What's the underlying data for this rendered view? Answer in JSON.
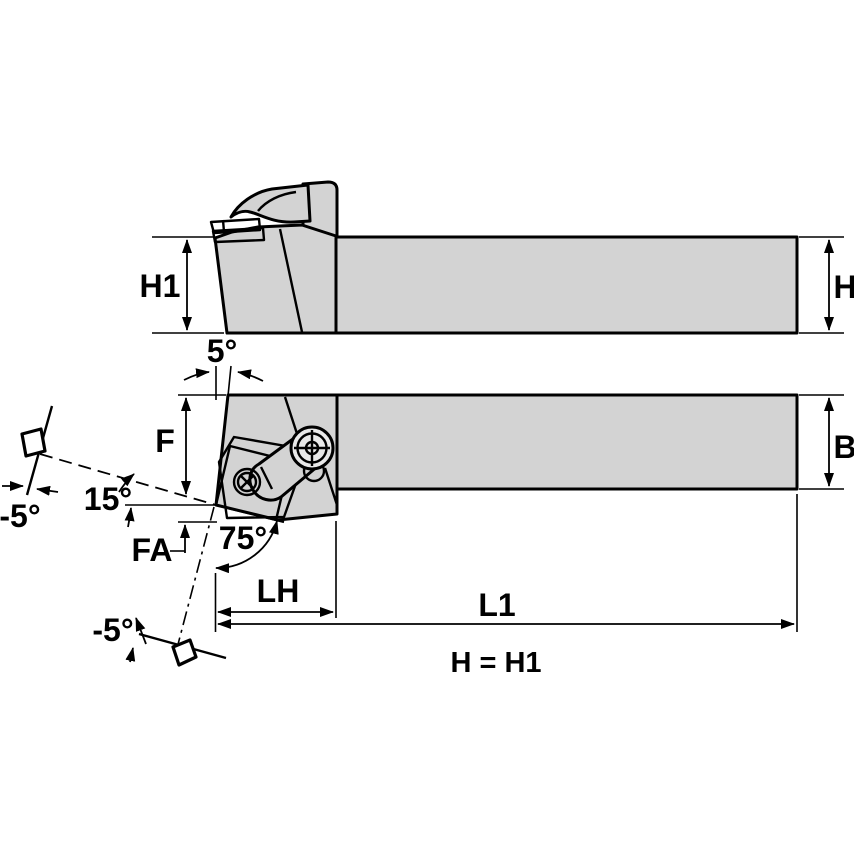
{
  "drawing": {
    "equation_label": "H = H1",
    "colors": {
      "body": "#d3d3d3",
      "outline": "#000000",
      "background": "#ffffff",
      "insert": "#ffffff",
      "screw": "#e8e8e8"
    },
    "views": {
      "side": "side-view-tool-holder",
      "top": "top-view-tool-holder"
    },
    "dimensions": {
      "H1": "H1",
      "H": "H",
      "B": "B",
      "F": "F",
      "FA": "FA",
      "LH": "LH",
      "L1": "L1"
    },
    "angles": {
      "clearance": "5°",
      "edge_inclination": "15°",
      "lead": "75°",
      "back_rake": "-5°",
      "side_rake": "-5°"
    }
  }
}
